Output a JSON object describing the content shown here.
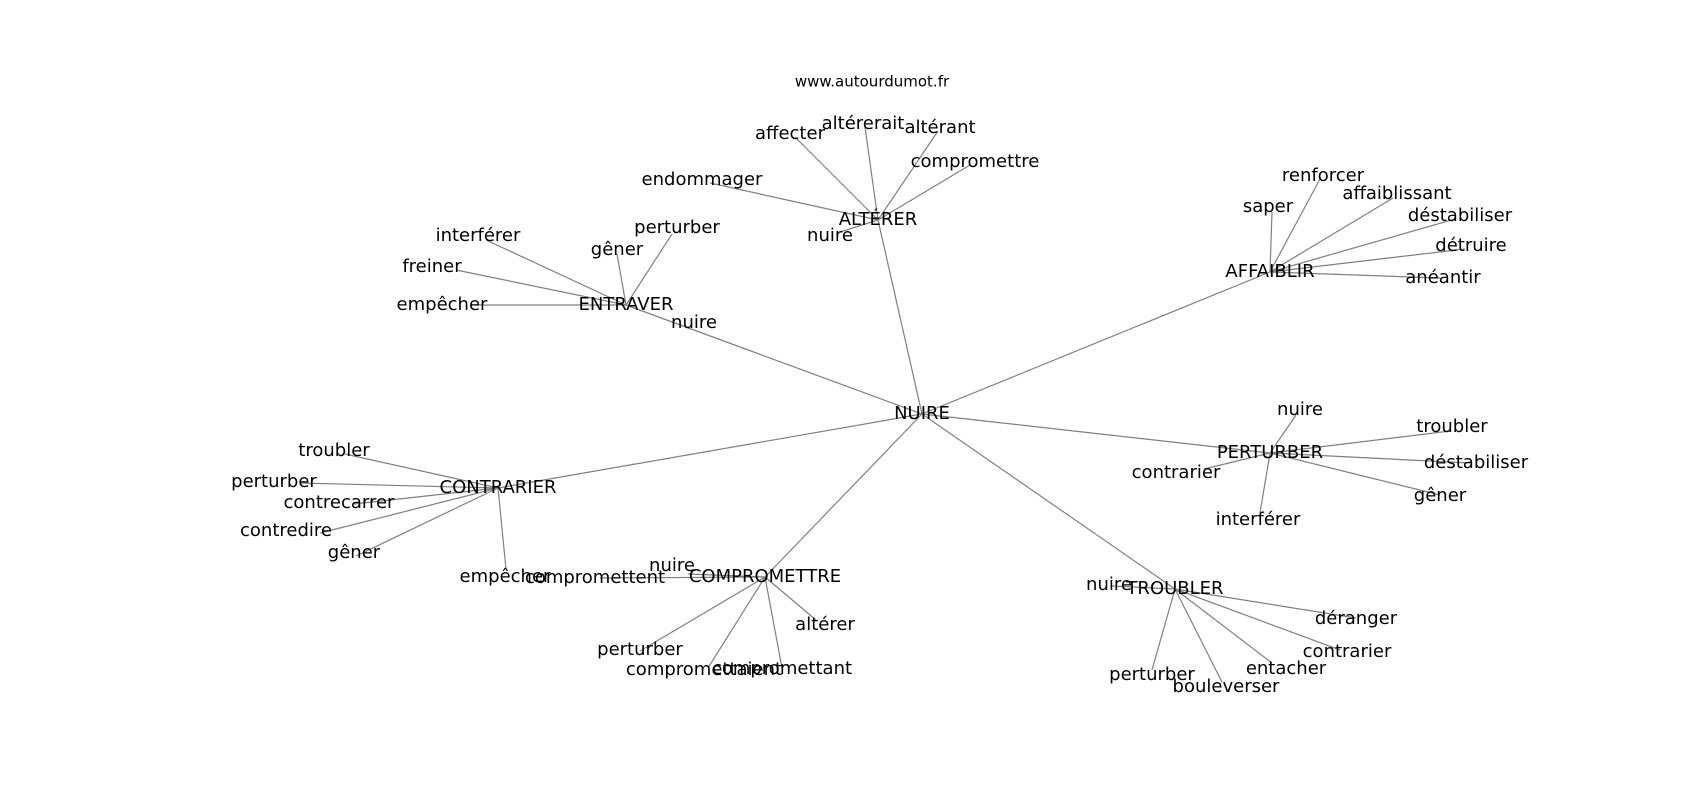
{
  "site_label": "www.autourdumot.fr",
  "center": "NUIRE",
  "groups": [
    {
      "hub": "ALTÉRER",
      "leaves": [
        "affecter",
        "altérerait",
        "altérant",
        "compromettre",
        "endommager",
        "nuire"
      ]
    },
    {
      "hub": "ENTRAVER",
      "leaves": [
        "interférer",
        "perturber",
        "gêner",
        "freiner",
        "empêcher",
        "nuire"
      ]
    },
    {
      "hub": "AFFAIBLIR",
      "leaves": [
        "renforcer",
        "saper",
        "affaiblissant",
        "déstabiliser",
        "détruire",
        "anéantir"
      ]
    },
    {
      "hub": "CONTRARIER",
      "leaves": [
        "troubler",
        "perturber",
        "contrecarrer",
        "contredire",
        "gêner",
        "empêcher"
      ]
    },
    {
      "hub": "PERTURBER",
      "leaves": [
        "nuire",
        "troubler",
        "contrarier",
        "déstabiliser",
        "gêner",
        "interférer"
      ]
    },
    {
      "hub": "COMPROMETTRE",
      "leaves": [
        "nuire",
        "compromettent",
        "altérer",
        "perturber",
        "compromettaient",
        "compromettant"
      ]
    },
    {
      "hub": "TROUBLER",
      "leaves": [
        "nuire",
        "déranger",
        "contrarier",
        "entacher",
        "perturber",
        "bouleverser"
      ]
    }
  ]
}
